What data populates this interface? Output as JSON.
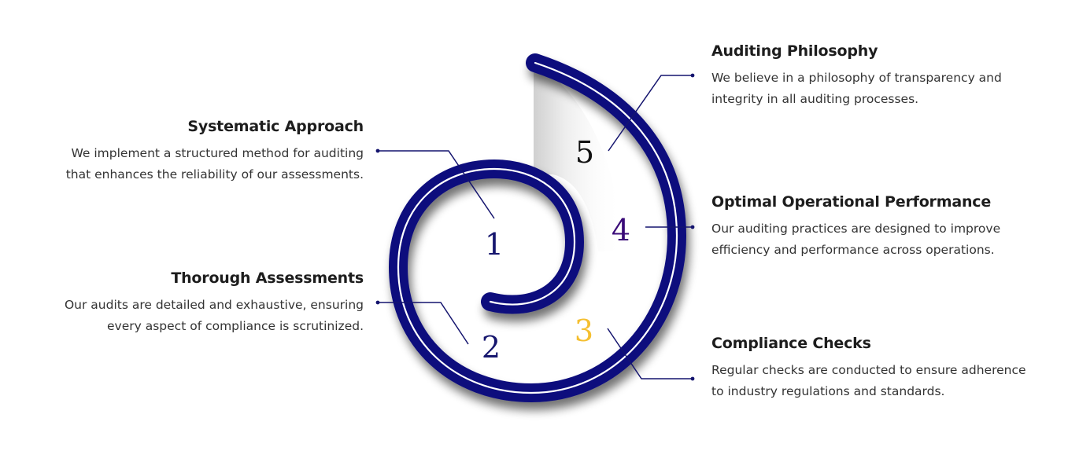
{
  "colors": {
    "spiral": "#0f0f7d",
    "connector": "#14146e",
    "step1": "#16166e",
    "step2": "#16166e",
    "step3": "#f5bf30",
    "step4": "#3a0a78",
    "step5": "#111111"
  },
  "steps": [
    {
      "number": "1",
      "title": "Systematic Approach",
      "description": "We implement a structured method for auditing that enhances the reliability of our assessments."
    },
    {
      "number": "2",
      "title": "Thorough Assessments",
      "description": "Our audits are detailed and exhaustive, ensuring every aspect of compliance is scrutinized."
    },
    {
      "number": "3",
      "title": "Compliance Checks",
      "description": "Regular checks are conducted to ensure adherence to industry regulations and standards."
    },
    {
      "number": "4",
      "title": "Optimal Operational Performance",
      "description": "Our auditing practices are designed to improve efficiency and performance across operations."
    },
    {
      "number": "5",
      "title": "Auditing Philosophy",
      "description": "We believe in a philosophy of transparency and integrity in all auditing processes."
    }
  ]
}
